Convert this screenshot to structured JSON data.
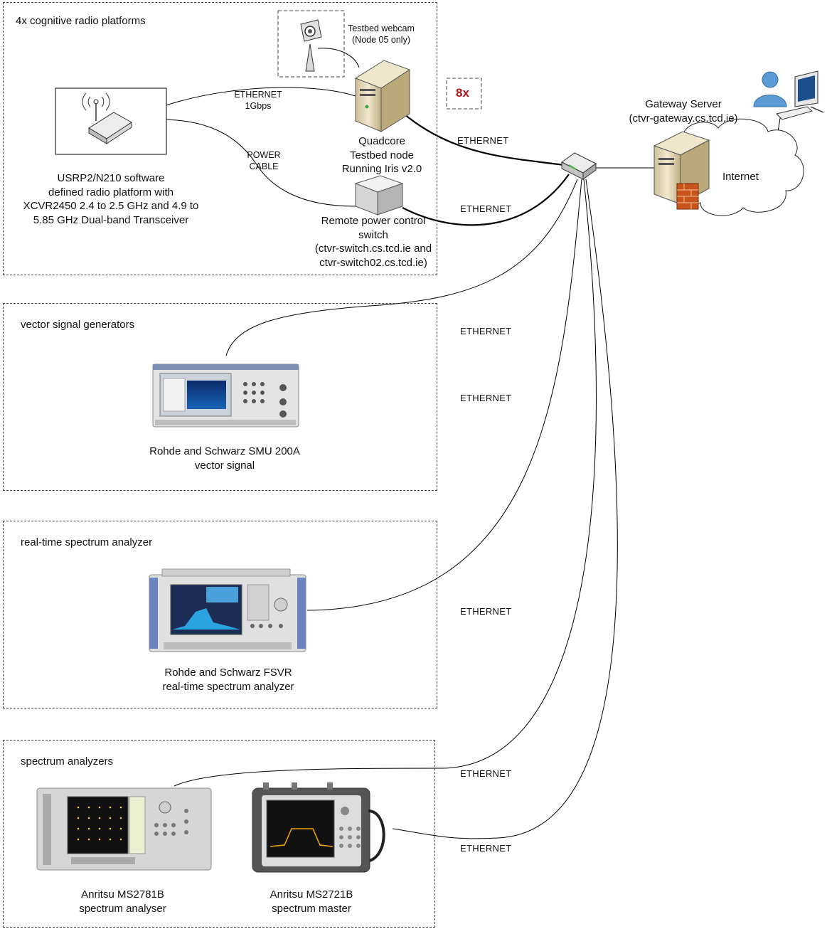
{
  "groups": {
    "radio": {
      "title": "4x cognitive radio platforms",
      "usrp_label": [
        "USRP2/N210 software",
        "defined radio platform with",
        "XCVR2450 2.4 to 2.5 GHz and 4.9 to",
        "5.85 GHz Dual-band Transceiver"
      ],
      "webcam_label": [
        "Testbed webcam",
        "(Node 05 only)"
      ],
      "node_label": [
        "Quadcore",
        "Testbed node",
        "Running Iris v2.0"
      ],
      "switch_label": [
        "Remote power control",
        "switch",
        "(ctvr-switch.cs.tcd.ie and",
        "ctvr-switch02.cs.tcd.ie)"
      ],
      "multiplier": "8x",
      "eth_1g": [
        "ETHERNET",
        "1Gbps"
      ],
      "power": [
        "POWER",
        "CABLE"
      ]
    },
    "vsg": {
      "title": "vector signal generators",
      "device_label": [
        "Rohde and Schwarz SMU 200A",
        "vector signal"
      ]
    },
    "rtsa": {
      "title": "real-time spectrum analyzer",
      "device_label": [
        "Rohde and Schwarz FSVR",
        "real-time spectrum analyzer"
      ]
    },
    "sa": {
      "title": "spectrum analyzers",
      "device1_label": [
        "Anritsu MS2781B",
        "spectrum analyser"
      ],
      "device2_label": [
        "Anritsu MS2721B",
        "spectrum master"
      ]
    }
  },
  "gateway": {
    "label": [
      "Gateway Server",
      "(ctvr-gateway.cs.tcd.ie)"
    ],
    "internet": "Internet"
  },
  "links": {
    "node_eth": "ETHERNET",
    "switch_eth": "ETHERNET",
    "vsg_eth1": "ETHERNET",
    "vsg_eth2": "ETHERNET",
    "rtsa_eth": "ETHERNET",
    "sa1_eth": "ETHERNET",
    "sa2_eth": "ETHERNET"
  }
}
